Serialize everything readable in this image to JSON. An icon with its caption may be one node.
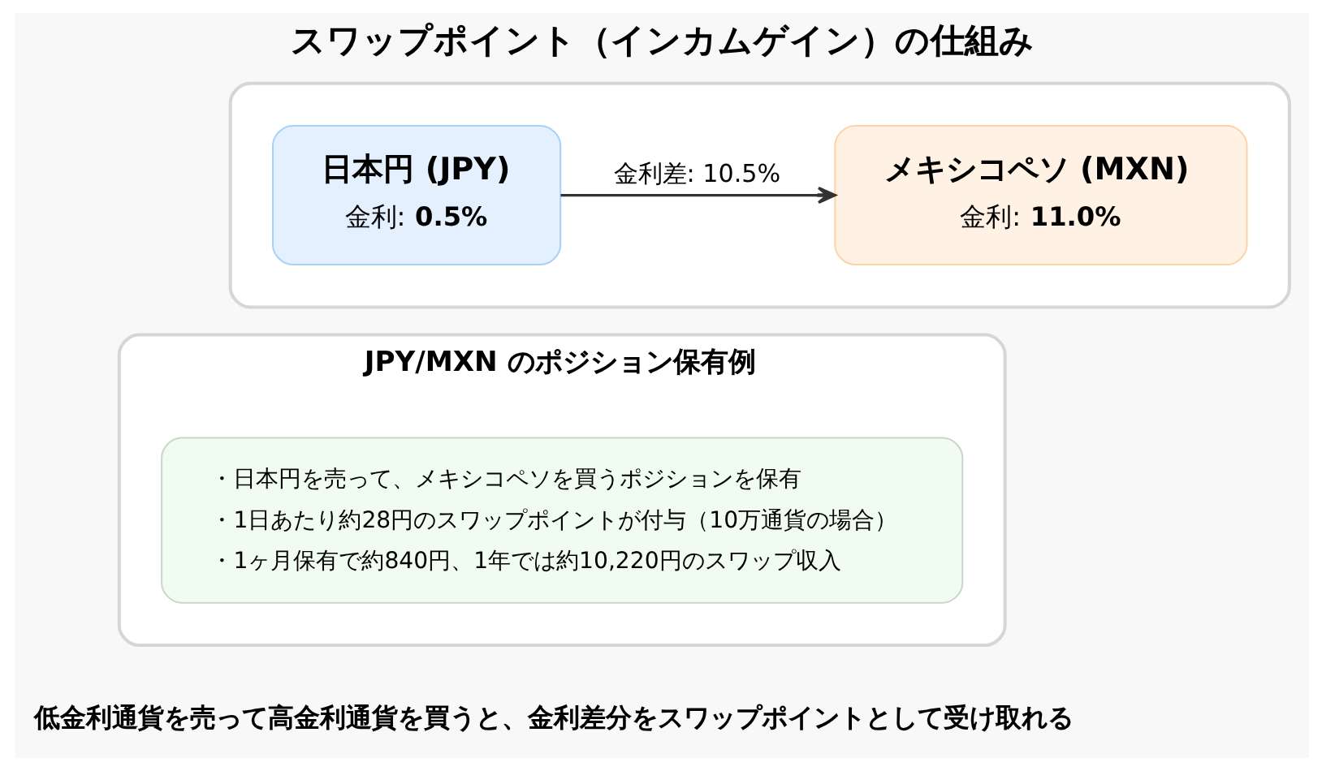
{
  "diagram": {
    "title": "スワップポイント（インカムゲイン）の仕組み",
    "caption": "低金利通貨を売って高金利通貨を買うと、金利差分をスワップポイントとして受け取れる",
    "nodes": [
      {
        "text": [],
        "shape": "box"
      },
      {
        "text": [
          "日本円 (JPY)",
          "金利: **0.5%**"
        ],
        "in": 0
      },
      {
        "text": [
          "メキシコペソ (MXN)",
          "金利: **11.0%**"
        ],
        "in": 0
      },
      {
        "text": [
          "JPY/MXN のポジション保有例"
        ]
      },
      {
        "text": [
          "・日本円を売って、メキシコペソを買うポジションを保有",
          "・1日あたり約28円のスワップポイントが付与（10万通貨の場合）",
          "・1ヶ月保有で約840円、1年では約10,220円のスワップ収入"
        ],
        "in": 3
      }
    ],
    "edges": [
      {
        "from": 1,
        "to": 2,
        "arrow": "to",
        "label": "金利差: 10.5%"
      }
    ]
  }
}
